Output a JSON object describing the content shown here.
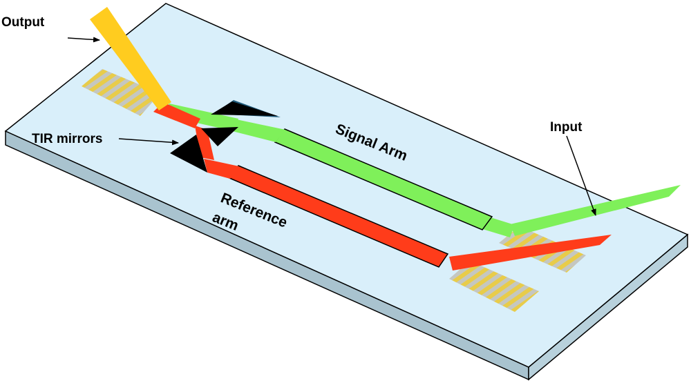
{
  "labels": {
    "output": "Output",
    "input": "Input",
    "tir_mirrors": "TIR mirrors",
    "signal_arm": "Signal Arm",
    "reference_arm_line1": "Reference",
    "reference_arm_line2": "arm"
  },
  "colors": {
    "substrate_top": "#d9effa",
    "substrate_side": "#a9c3cf",
    "signal_arm": "#7ff05a",
    "reference_arm": "#ff3c1a",
    "output_beam": "#ffcc1f",
    "mirror": "#000000",
    "pad_stripe": "#e8cc4a",
    "pad_background": "#c5c7c0"
  }
}
